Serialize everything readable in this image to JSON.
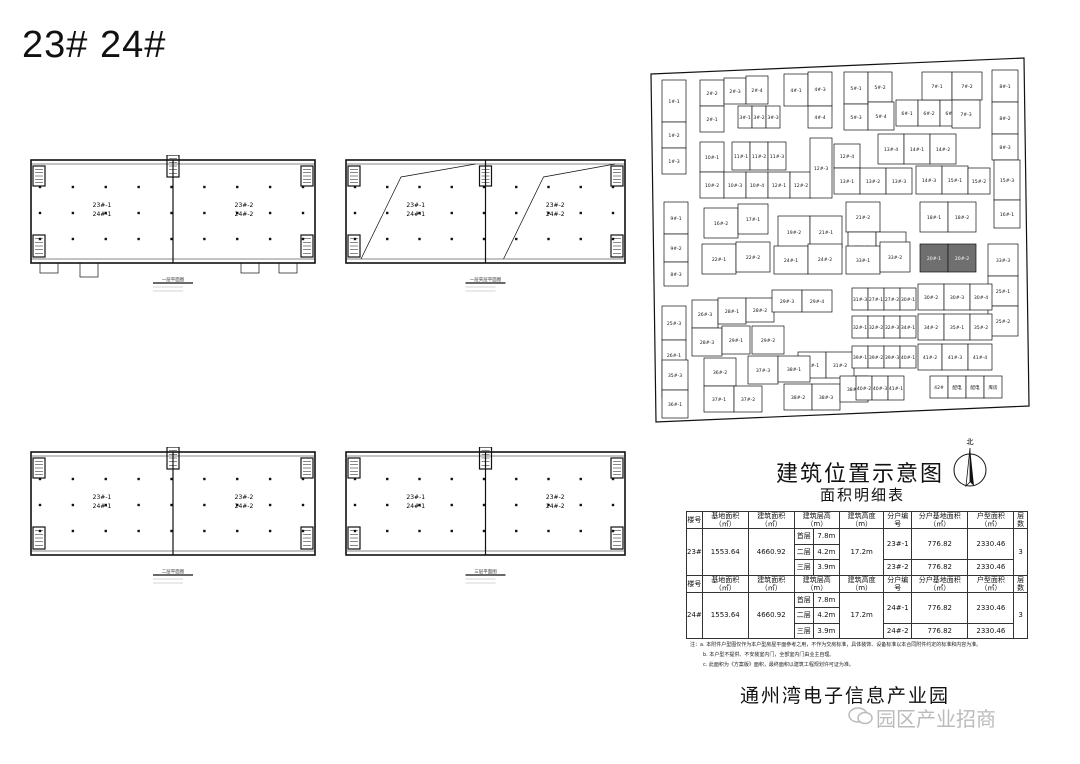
{
  "header": {
    "title": "23#  24#"
  },
  "plans": [
    {
      "label_a": "23#-1",
      "label_b": "24#-1",
      "label_c": "23#-2",
      "label_d": "24#-2",
      "caption": "一层平面图"
    },
    {
      "label_a": "23#-1",
      "label_b": "24#-1",
      "label_c": "23#-2",
      "label_d": "24#-2",
      "caption": "一层夹层平面图"
    },
    {
      "label_a": "23#-1",
      "label_b": "24#-1",
      "label_c": "23#-2",
      "label_d": "24#-2",
      "caption": "二层平面图"
    },
    {
      "label_a": "23#-1",
      "label_b": "24#-1",
      "label_c": "23#-2",
      "label_d": "24#-2",
      "caption": "三层平面图"
    }
  ],
  "site": {
    "title": "建筑位置示意图",
    "north_label": "北",
    "highlight_color": "#6f6f6f",
    "lots": [
      "1#-1",
      "1#-2",
      "1#-3",
      "2#-2",
      "2#-1",
      "2#-3",
      "2#-4",
      "3#-1",
      "3#-2",
      "3#-3",
      "4#-1",
      "4#-3",
      "4#-4",
      "5#-1",
      "5#-2",
      "5#-3",
      "5#-4",
      "6#-1",
      "6#-2",
      "6#-3",
      "7#-1",
      "7#-2",
      "7#-3",
      "8#-1",
      "8#-2",
      "8#-3",
      "9#-1",
      "9#-2",
      "10#-1",
      "10#-2",
      "10#-3",
      "10#-4",
      "11#-1",
      "11#-2",
      "11#-3",
      "12#-1",
      "12#-2",
      "12#-3",
      "12#-4",
      "13#-1",
      "13#-2",
      "13#-3",
      "13#-4",
      "14#-1",
      "14#-2",
      "14#-3",
      "15#-1",
      "15#-2",
      "15#-3",
      "16#-1",
      "16#-2",
      "17#-1",
      "17#-2",
      "19#-1",
      "19#-2",
      "21#-1",
      "21#-2",
      "23#-1",
      "23#-2",
      "18#-1",
      "18#-2",
      "20#-1",
      "20#-2",
      "22#-1",
      "22#-2",
      "24#-1",
      "24#-2",
      "33#-1",
      "33#-2",
      "33#-3",
      "25#-1",
      "25#-2",
      "25#-3",
      "26#-1",
      "26#-2",
      "26#-3",
      "28#-1",
      "28#-2",
      "28#-3",
      "29#-1",
      "29#-2",
      "29#-3",
      "29#-4",
      "31#-1",
      "31#-2",
      "31#-3",
      "27#-1",
      "27#-2",
      "30#-1",
      "30#-2",
      "30#-3",
      "30#-4",
      "32#-1",
      "32#-2",
      "32#-3",
      "34#-1",
      "34#-2",
      "35#-1",
      "35#-2",
      "35#-3",
      "36#-1",
      "36#-2",
      "37#-1",
      "37#-2",
      "37#-3",
      "38#-1",
      "38#-2",
      "38#-3",
      "38#-4",
      "39#-1",
      "39#-2",
      "39#-3",
      "40#-1",
      "40#-2",
      "40#-3",
      "41#-1",
      "41#-2",
      "41#-3",
      "41#-4",
      "42#",
      "配电",
      "配电",
      "库房"
    ]
  },
  "table": {
    "title": "面积明细表",
    "headers": [
      "楼号",
      "基地面积（㎡）",
      "建筑面积（㎡）",
      "建筑层高（m）",
      "建筑高度（m）",
      "分户编号",
      "分户基地面积（㎡）",
      "户型面积（㎡）",
      "层数"
    ],
    "buildings": [
      {
        "no": "23#",
        "base": "1553.64",
        "gfa": "4660.92",
        "floors": [
          [
            "首层",
            "7.8m"
          ],
          [
            "二层",
            "4.2m"
          ],
          [
            "三层",
            "3.9m"
          ]
        ],
        "height": "17.2m",
        "units": [
          [
            "23#-1",
            "776.82",
            "2330.46"
          ],
          [
            "23#-2",
            "776.82",
            "2330.46"
          ]
        ],
        "levels": "3"
      },
      {
        "no": "24#",
        "base": "1553.64",
        "gfa": "4660.92",
        "floors": [
          [
            "首层",
            "7.8m"
          ],
          [
            "二层",
            "4.2m"
          ],
          [
            "三层",
            "3.9m"
          ]
        ],
        "height": "17.2m",
        "units": [
          [
            "24#-1",
            "776.82",
            "2330.46"
          ],
          [
            "24#-2",
            "776.82",
            "2330.46"
          ]
        ],
        "levels": "3"
      }
    ]
  },
  "notes": [
    "注：a. 本附件户型图仅作为本户型房屋平面参考之用，不作为交房标准，具体装饰、设备标准以本合同附件约定的标准和内容为准。",
    "b. 本户型不提供、不安装室内门，全部室内门由业主自理。",
    "c. 此面积为《方案版》面积，最终面积以建筑工程规划许可证为准。"
  ],
  "footer": {
    "park_name": "通州湾电子信息产业园",
    "watermark": "园区产业招商"
  }
}
